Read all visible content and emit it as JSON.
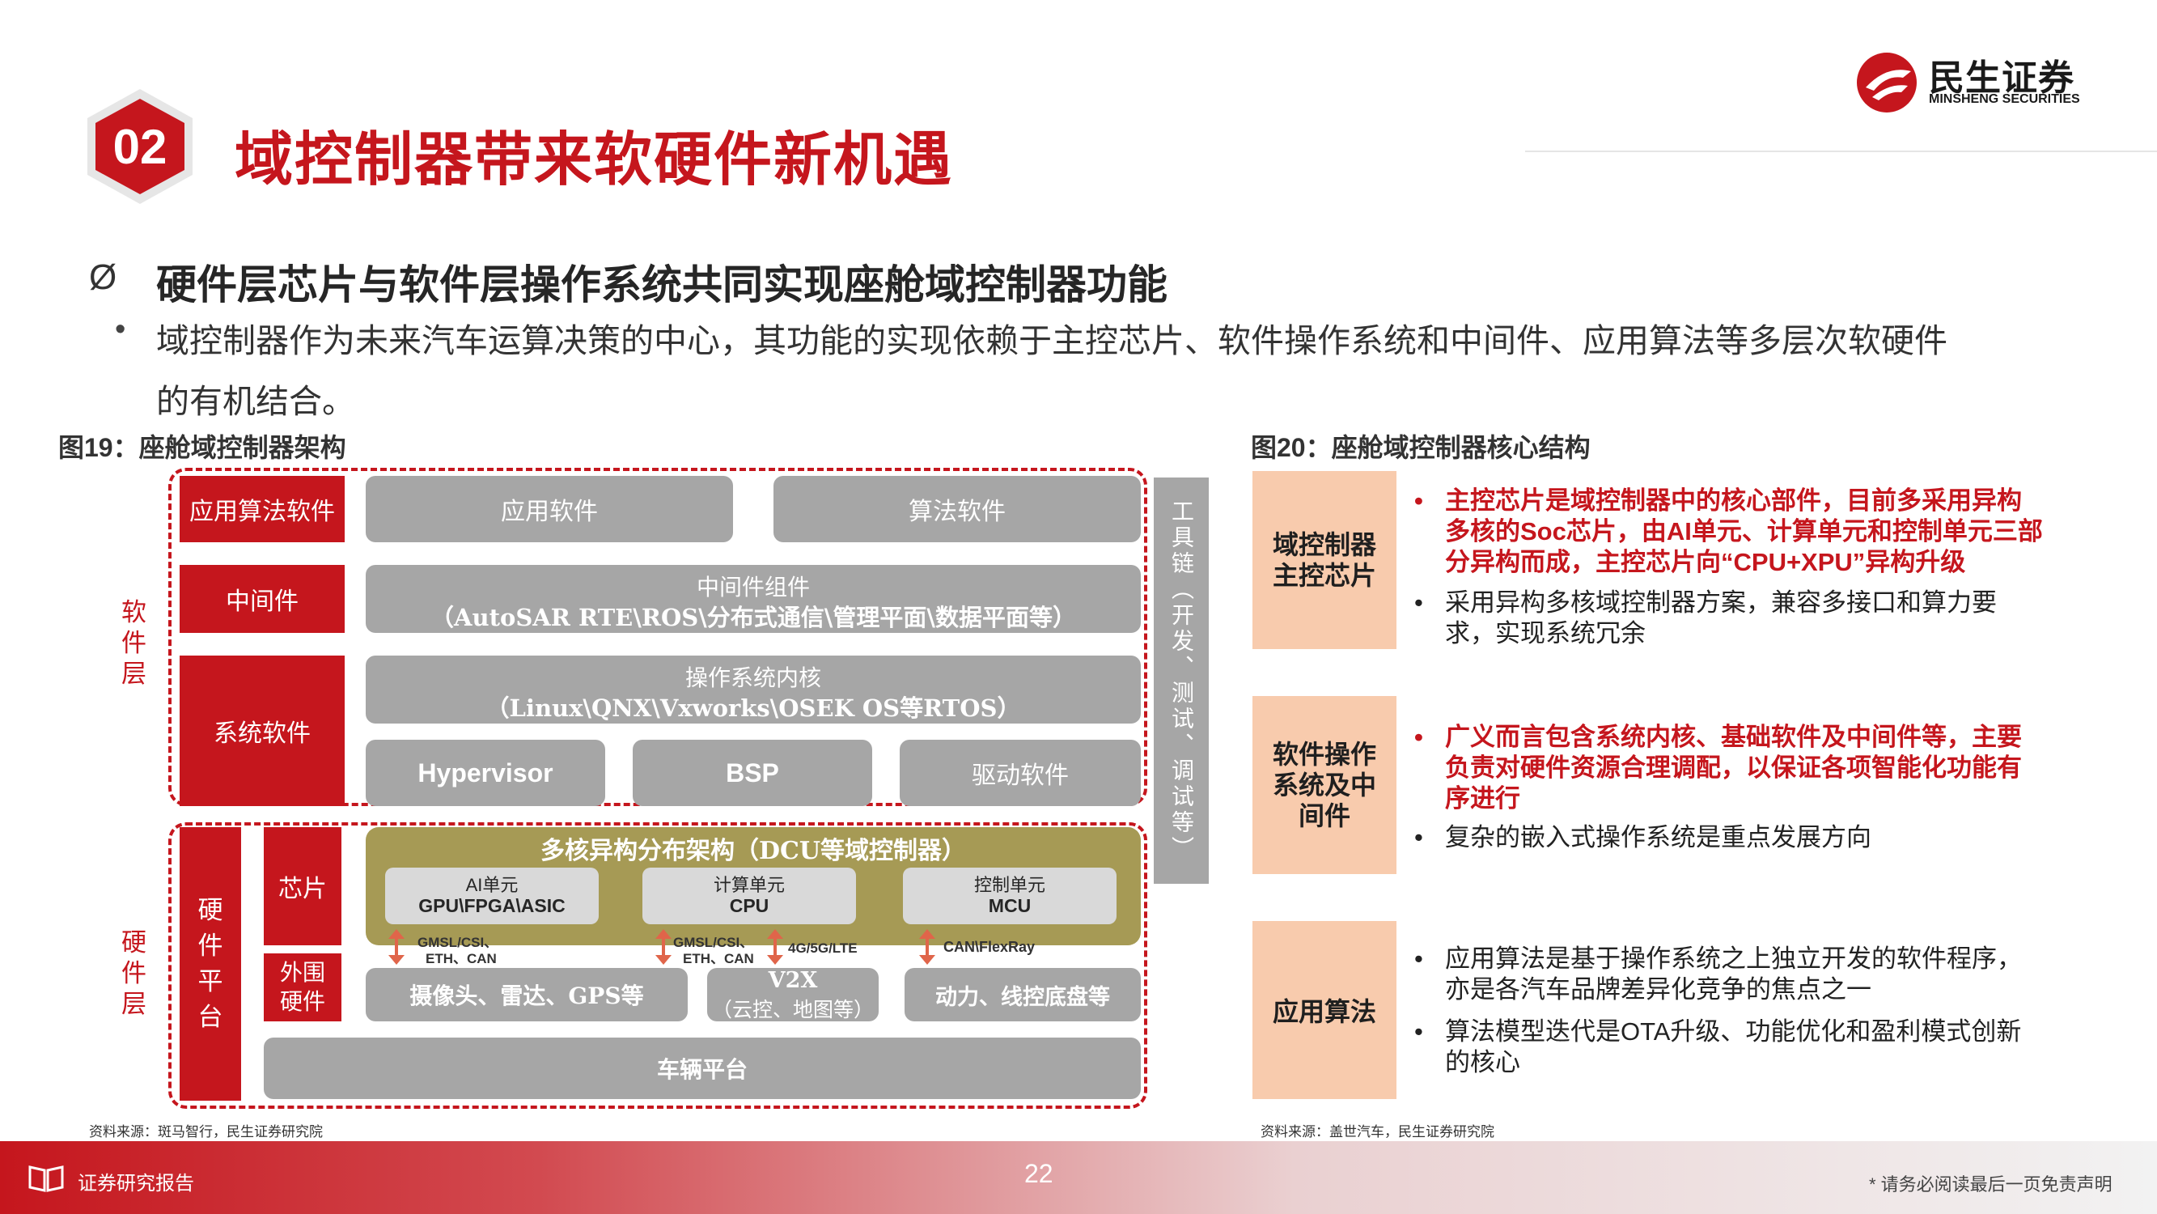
{
  "header": {
    "section_number": "02",
    "title": "域控制器带来软硬件新机遇",
    "logo_text": "民生证券",
    "logo_subtext": "MINSHENG SECURITIES"
  },
  "intro": {
    "arrow_symbol": "Ø",
    "heading": "硬件层芯片与软件层操作系统共同实现座舱域控制器功能",
    "bullet_symbol": "•",
    "bullet_line1": "域控制器作为未来汽车运算决策的中心，其功能的实现依赖于主控芯片、软件操作系统和中间件、应用算法等多层次软硬件",
    "bullet_line2": "的有机结合。"
  },
  "fig19": {
    "title": "图19：座舱域控制器架构",
    "software_layer_label": "软件层",
    "hardware_layer_label": "硬件层",
    "app_algo_label": "应用算法软件",
    "middleware_label": "中间件",
    "system_software_label": "系统软件",
    "app_software": "应用软件",
    "algo_software": "算法软件",
    "middleware_line1": "中间件组件",
    "middleware_line2": "（AutoSAR RTE\\ROS\\分布式通信\\管理平面\\数据平面等）",
    "os_line1": "操作系统内核",
    "os_line2": "（Linux\\QNX\\Vxworks\\OSEK OS等RTOS）",
    "hypervisor": "Hypervisor",
    "bsp": "BSP",
    "driver": "驱动软件",
    "toolchain": "工具链（开发、测试、调试等）",
    "hw_platform": "硬件平台",
    "chip_label": "芯片",
    "peripheral_label": "外围硬件",
    "dcu_title": "多核异构分布架构（DCU等域控制器）",
    "ai_unit_line1": "AI单元",
    "ai_unit_line2": "GPU\\FPGA\\ASIC",
    "compute_unit_line1": "计算单元",
    "compute_unit_line2": "CPU",
    "control_unit_line1": "控制单元",
    "control_unit_line2": "MCU",
    "link1_line1": "GMSL/CSI、",
    "link1_line2": "ETH、CAN",
    "link2_line1": "GMSL/CSI、",
    "link2_line2": "ETH、CAN",
    "link3": "4G/5G/LTE",
    "link4": "CAN\\FlexRay",
    "camera": "摄像头、雷达、GPS等",
    "v2x_line1": "V2X",
    "v2x_line2": "（云控、地图等）",
    "power": "动力、线控底盘等",
    "vehicle_platform": "车辆平台",
    "source": "资料来源：斑马智行，民生证券研究院"
  },
  "fig20": {
    "title": "图20：座舱域控制器核心结构",
    "row1_label": "域控制器主控芯片",
    "row1_red": "主控芯片是域控制器中的核心部件，目前多采用异构多核的Soc芯片，由AI单元、计算单元和控制单元三部分异构而成，主控芯片向“CPU+XPU”异构升级",
    "row1_black": "采用异构多核域控制器方案，兼容多接口和算力要求，实现系统冗余",
    "row2_label": "软件操作系统及中间件",
    "row2_red": "广义而言包含系统内核、基础软件及中间件等，主要负责对硬件资源合理调配，以保证各项智能化功能有序进行",
    "row2_black": "复杂的嵌入式操作系统是重点发展方向",
    "row3_label": "应用算法",
    "row3_black1": "应用算法是基于操作系统之上独立开发的软件程序，亦是各汽车品牌差异化竞争的焦点之一",
    "row3_black2": "算法模型迭代是OTA升级、功能优化和盈利模式创新的核心",
    "source": "资料来源：盖世汽车，民生证券研究院"
  },
  "footer": {
    "label": "证券研究报告",
    "page": "22",
    "disclaimer": "* 请务必阅读最后一页免责声明"
  },
  "colors": {
    "brand_red": "#c5161d",
    "gray_box": "#a6a6a6",
    "olive": "#a69a55",
    "pink": "#f8cbad"
  }
}
